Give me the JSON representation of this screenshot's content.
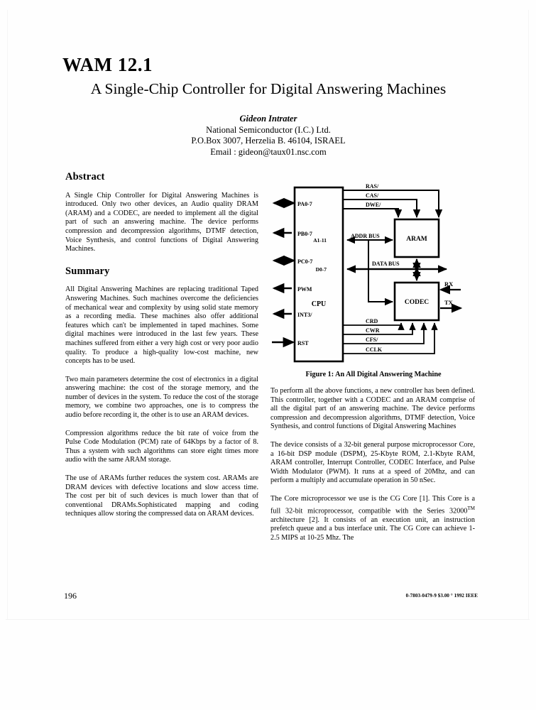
{
  "header": {
    "session_id": "WAM 12.1",
    "title": "A Single-Chip Controller for Digital Answering Machines",
    "author": "Gideon Intrater",
    "affiliation": "National Semiconductor (I.C.) Ltd.",
    "address": "P.O.Box 3007, Herzelia B. 46104, ISRAEL",
    "email": "Email : gideon@taux01.nsc.com"
  },
  "left_column": {
    "abstract_heading": "Abstract",
    "abstract_text": "A Single Chip Controller for Digital Answering Machines is introduced. Only two other devices, an Audio quality DRAM (ARAM) and a CODEC, are needed to implement all the digital part of such an answering machine. The device performs compression and decompression algorithms, DTMF detection, Voice Synthesis, and control functions of Digital Answering Machines.",
    "summary_heading": "Summary",
    "summary_p1": "All Digital Answering Machines are replacing traditional Taped Answering Machines. Such machines overcome the deficiencies of mechanical wear and complexity by using solid state memory as a recording media. These machines also offer additional features which can't be implemented in taped machines. Some digital machines were introduced in the last few years. These machines suffered from either a very high cost or very poor audio quality. To produce a high-quality low-cost machine, new concepts has to be used.",
    "summary_p2": "Two main parameters determine the cost of electronics in a digital answering machine: the cost of the storage memory, and the number of devices in the system. To reduce the cost of the storage memory, we combine two approaches, one is to compress the audio before recording it, the other is to use an ARAM devices.",
    "summary_p3": "Compression algorithms reduce the bit rate of voice from the Pulse Code Modulation (PCM) rate of 64Kbps by a factor of 8. Thus a system with such algorithms can store eight times more audio with the same ARAM storage.",
    "summary_p4": "The use of ARAMs further reduces the system cost. ARAMs are DRAM devices with defective locations and slow access time. The cost per bit of such devices is much lower than that of conventional DRAMs.Sophisticated mapping and coding techniques allow storing the compressed data on ARAM devices."
  },
  "figure": {
    "caption": "Figure 1: An All Digital Answering Machine",
    "blocks": {
      "cpu": "CPU",
      "aram": "ARAM",
      "codec": "CODEC"
    },
    "cpu_left_pins": [
      "PA0-7",
      "PB0-7",
      "PC0-7",
      "PWM",
      "INT3/",
      "RST"
    ],
    "cpu_bus_pins": [
      "A1-11",
      "D0-7"
    ],
    "memory_control_signals": [
      "RAS/",
      "CAS/",
      "DWE/"
    ],
    "codec_control_signals": [
      "CRD",
      "CWR",
      "CFS/",
      "CCLK"
    ],
    "bus_labels": [
      "ADDR BUS",
      "DATA BUS"
    ],
    "codec_io": [
      "RX",
      "TX"
    ]
  },
  "right_column": {
    "p1": "To perform all the above functions, a new controller has been defined. This controller, together with a CODEC and an ARAM comprise of all the digital part of an answering machine. The device performs compression and decompression algorithms, DTMF detection, Voice Synthesis, and control functions of Digital Answering Machines",
    "p2": "The device consists of a 32-bit general purpose microprocessor Core, a 16-bit DSP module (DSPM), 25-Kbyte ROM, 2.1-Kbyte RAM, ARAM controller, Interrupt Controller, CODEC Interface, and Pulse Width Modulator (PWM). It runs at a speed of 20Mhz, and can perform a multiply and accumulate operation in 50 nSec.",
    "p3_a": "The Core microprocessor we use is the CG Core [1]. This Core is a full 32-bit microprocessor, compatible with the Series 32000",
    "p3_tm": "TM",
    "p3_b": " architecture [2]. It consists of an execution unit, an instruction prefetch queue and a bus interface unit. The CG Core can achieve 1-2.5 MIPS at 10-25 Mhz. The"
  },
  "footer": {
    "page_number": "196",
    "copyright": "0-7803-0479-9 $3.00 ° 1992 IEEE"
  }
}
